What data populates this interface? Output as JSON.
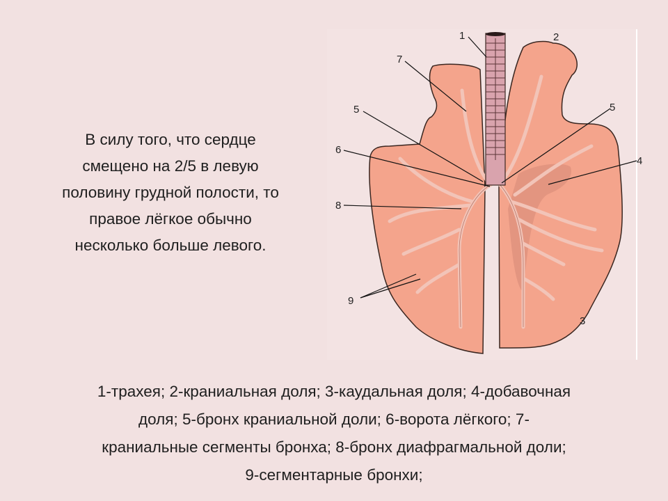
{
  "side_text": {
    "lines": [
      "В силу того, что сердце",
      "смещено на 2/5 в левую",
      "половину грудной полости, то",
      "правое лёгкое обычно",
      "несколько больше левого."
    ]
  },
  "figure": {
    "labels": [
      "1",
      "2",
      "3",
      "4",
      "5",
      "5",
      "6",
      "7",
      "8",
      "9"
    ]
  },
  "caption": {
    "lines": [
      "1-трахея; 2-краниальная доля; 3-каудальная доля; 4-добавочная",
      "доля; 5-бронх краниальной доли; 6-ворота лёгкого; 7-",
      "краниальные сегменты бронха; 8-бронх диафрагмальной доли;",
      "9-сегментарные бронхи;"
    ]
  },
  "colors": {
    "background": "#f2e1e1",
    "lung": "#f4a48c",
    "bronchi": "#f2c4b8",
    "trachea": "#d9a3ad"
  }
}
